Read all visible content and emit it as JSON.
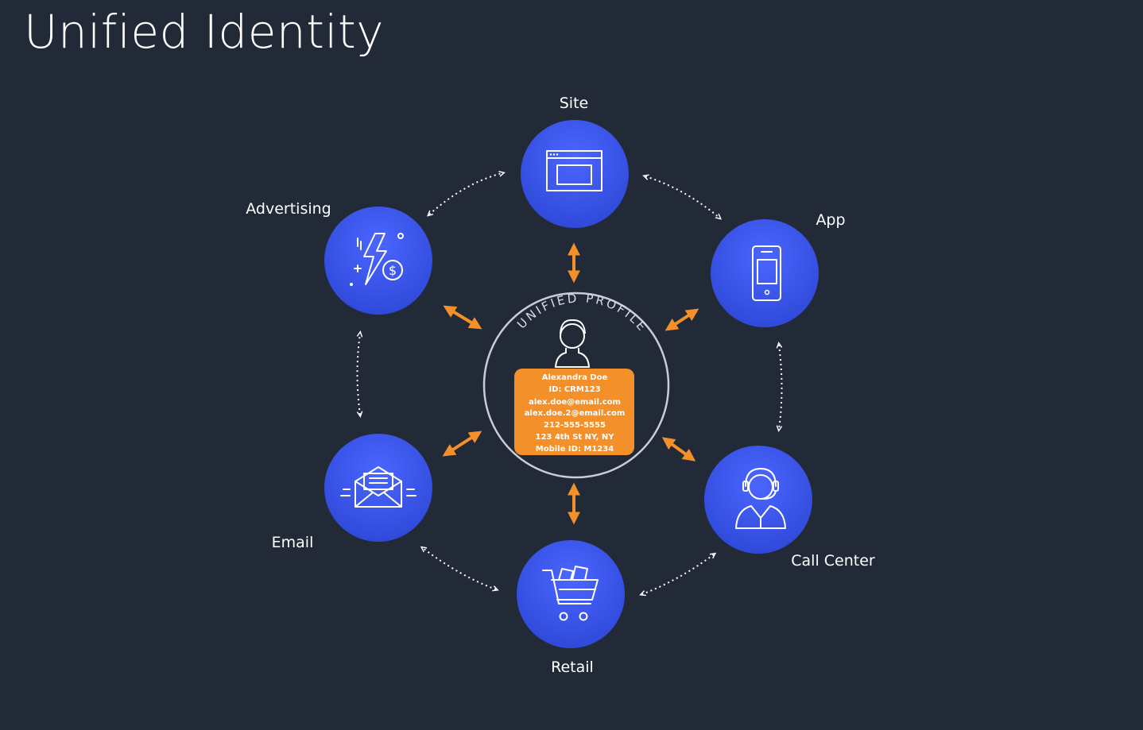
{
  "page": {
    "title": "Unified Identity"
  },
  "colors": {
    "background": "#222a37",
    "node": "#3553e0",
    "accent": "#f3902a",
    "profile_card": "#f3902a"
  },
  "center": {
    "ring_label": "UNIFIED PROFILE",
    "card_lines": [
      "Alexandra Doe",
      "ID: CRM123",
      "alex.doe@email.com",
      "alex.doe.2@email.com",
      "212-555-5555",
      "123 4th St NY, NY",
      "Mobile ID: M1234"
    ]
  },
  "nodes": [
    {
      "id": "site",
      "label": "Site",
      "icon": "browser-window-icon"
    },
    {
      "id": "app",
      "label": "App",
      "icon": "mobile-phone-icon"
    },
    {
      "id": "call-center",
      "label": "Call Center",
      "icon": "headset-agent-icon"
    },
    {
      "id": "retail",
      "label": "Retail",
      "icon": "shopping-cart-icon"
    },
    {
      "id": "email",
      "label": "Email",
      "icon": "envelope-icon"
    },
    {
      "id": "advertising",
      "label": "Advertising",
      "icon": "lightning-dollar-icon"
    }
  ]
}
